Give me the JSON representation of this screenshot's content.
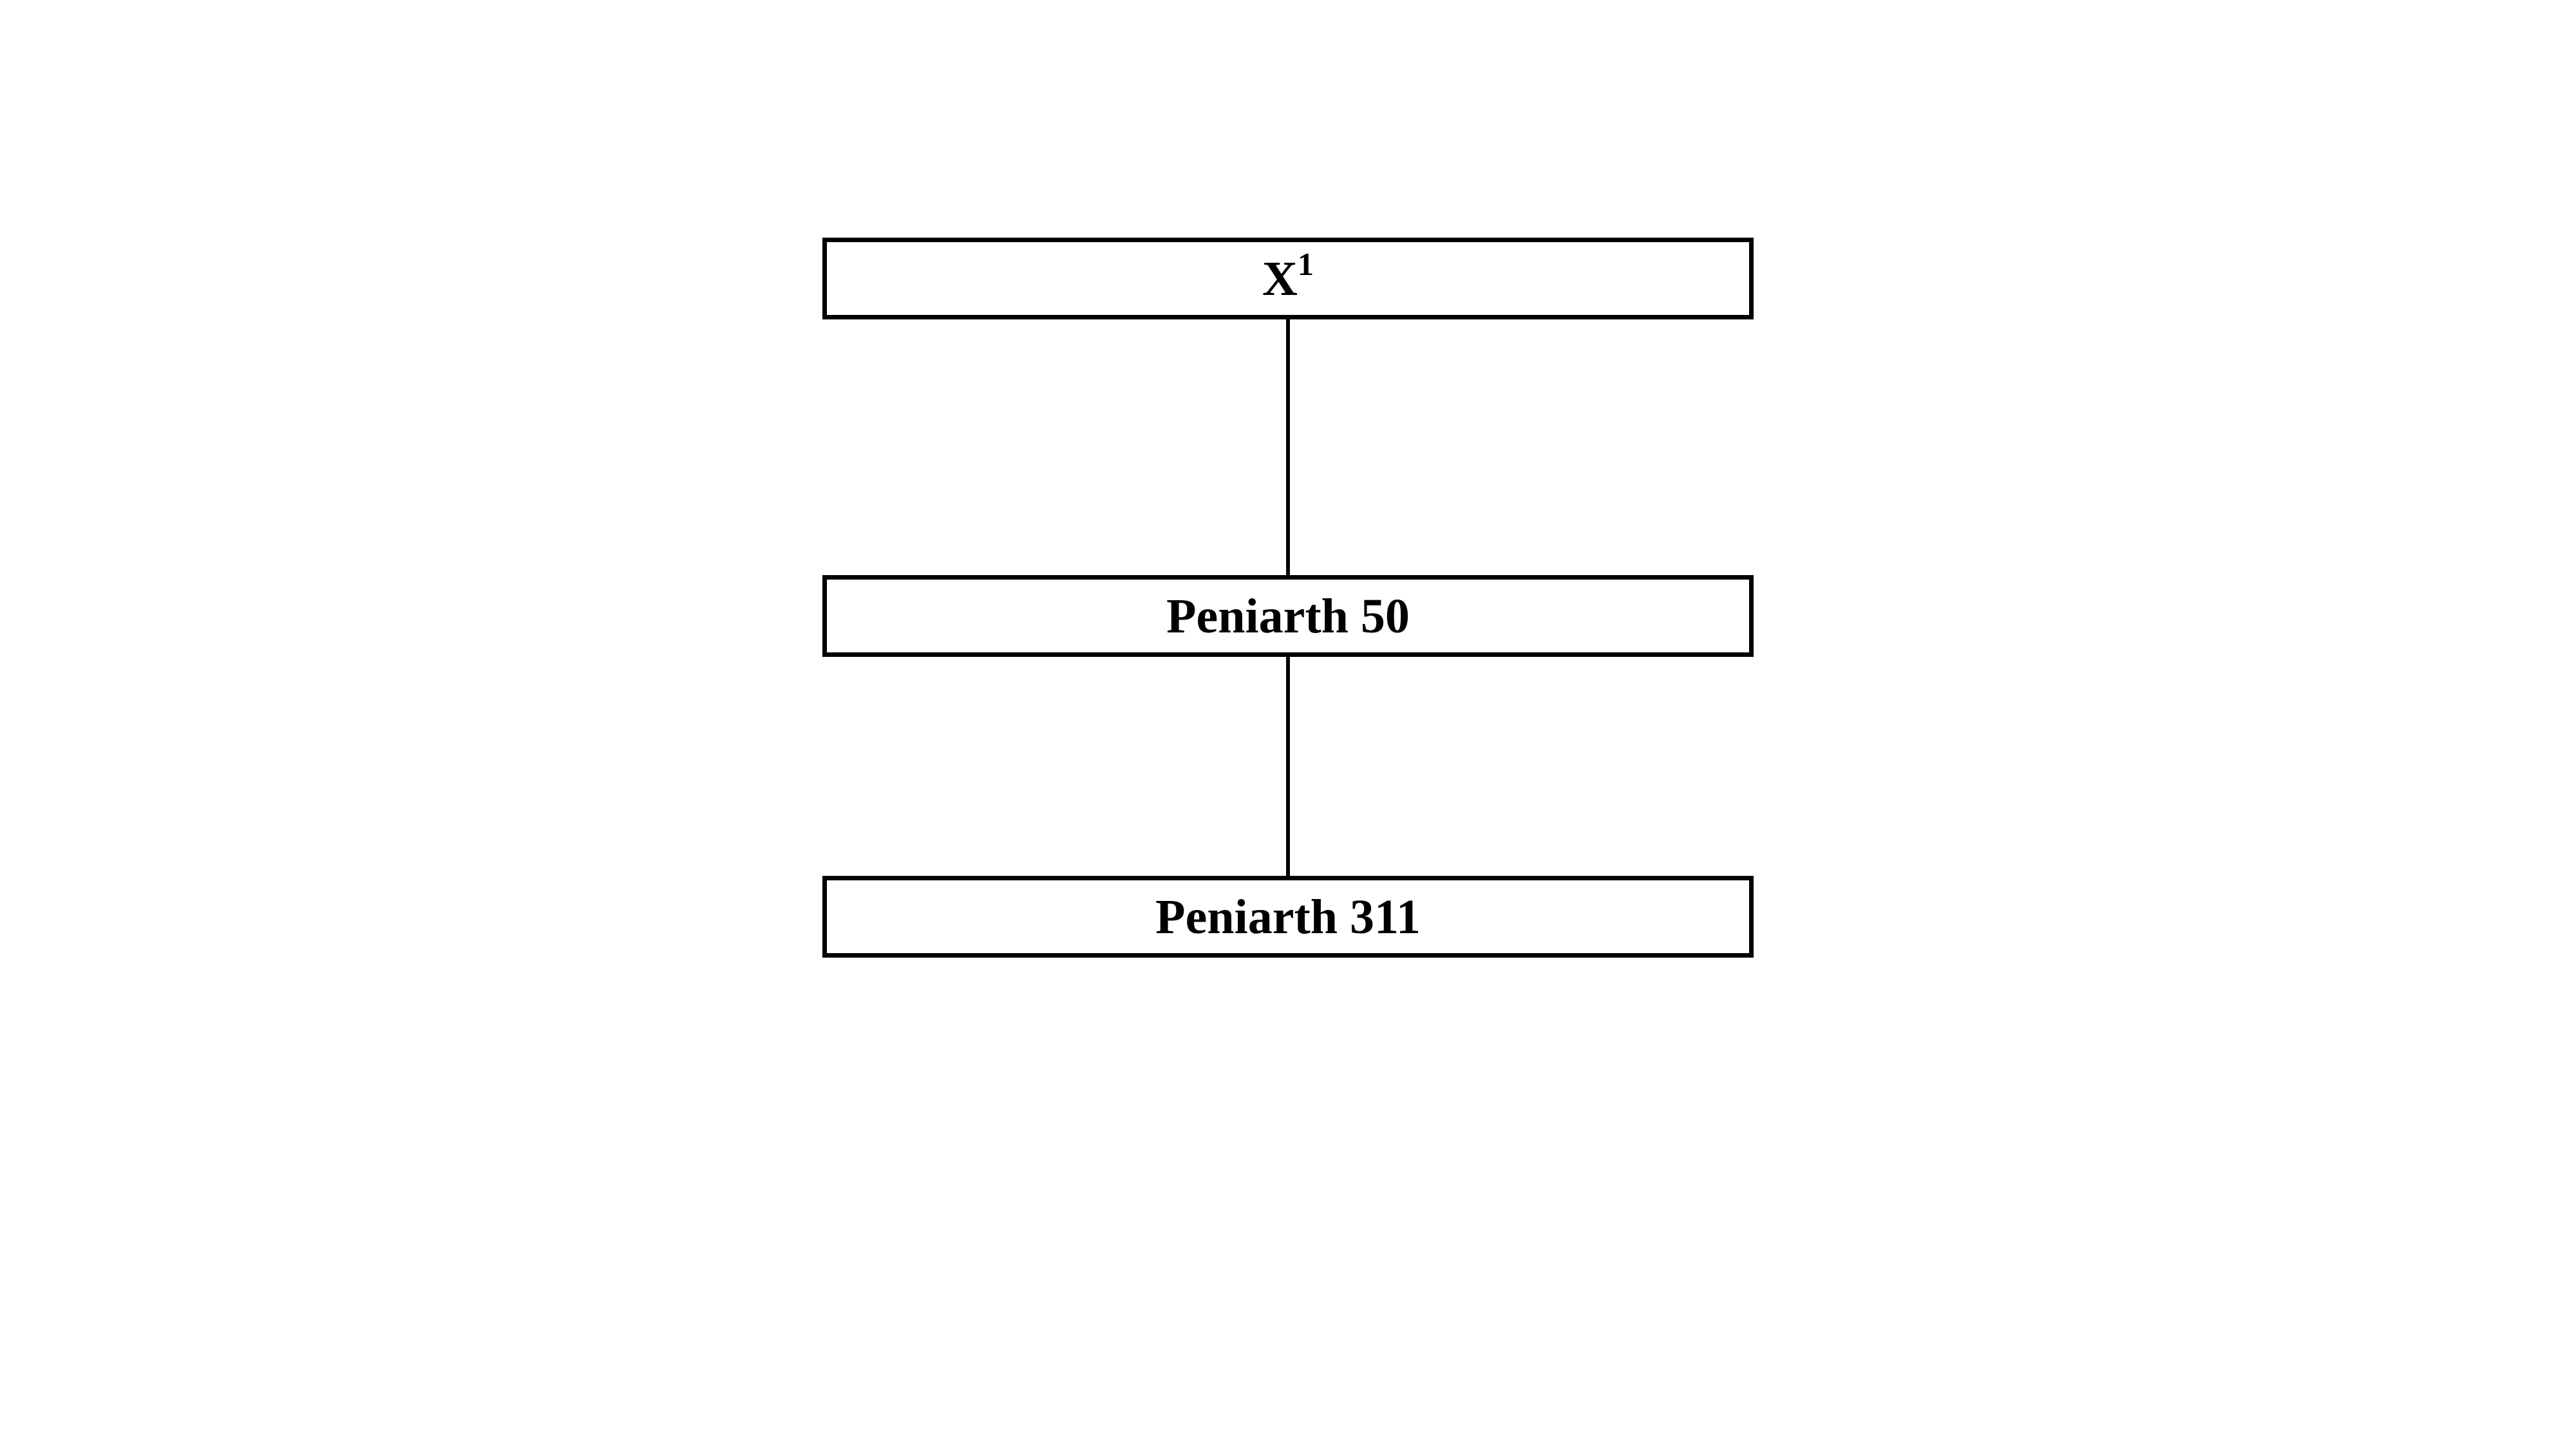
{
  "diagram": {
    "type": "stemma-tree",
    "colors": {
      "background": "#ffffff",
      "box_fill": "#ffffff",
      "box_border": "#000000",
      "line": "#000000",
      "text": "#000000"
    },
    "nodes": [
      {
        "id": "x1",
        "label": "X",
        "superscript": "1"
      },
      {
        "id": "peniarth-50",
        "label": "Peniarth 50",
        "superscript": ""
      },
      {
        "id": "peniarth-311",
        "label": "Peniarth 311",
        "superscript": ""
      }
    ],
    "edges": [
      {
        "from": "x1",
        "to": "peniarth-50"
      },
      {
        "from": "peniarth-50",
        "to": "peniarth-311"
      }
    ]
  }
}
